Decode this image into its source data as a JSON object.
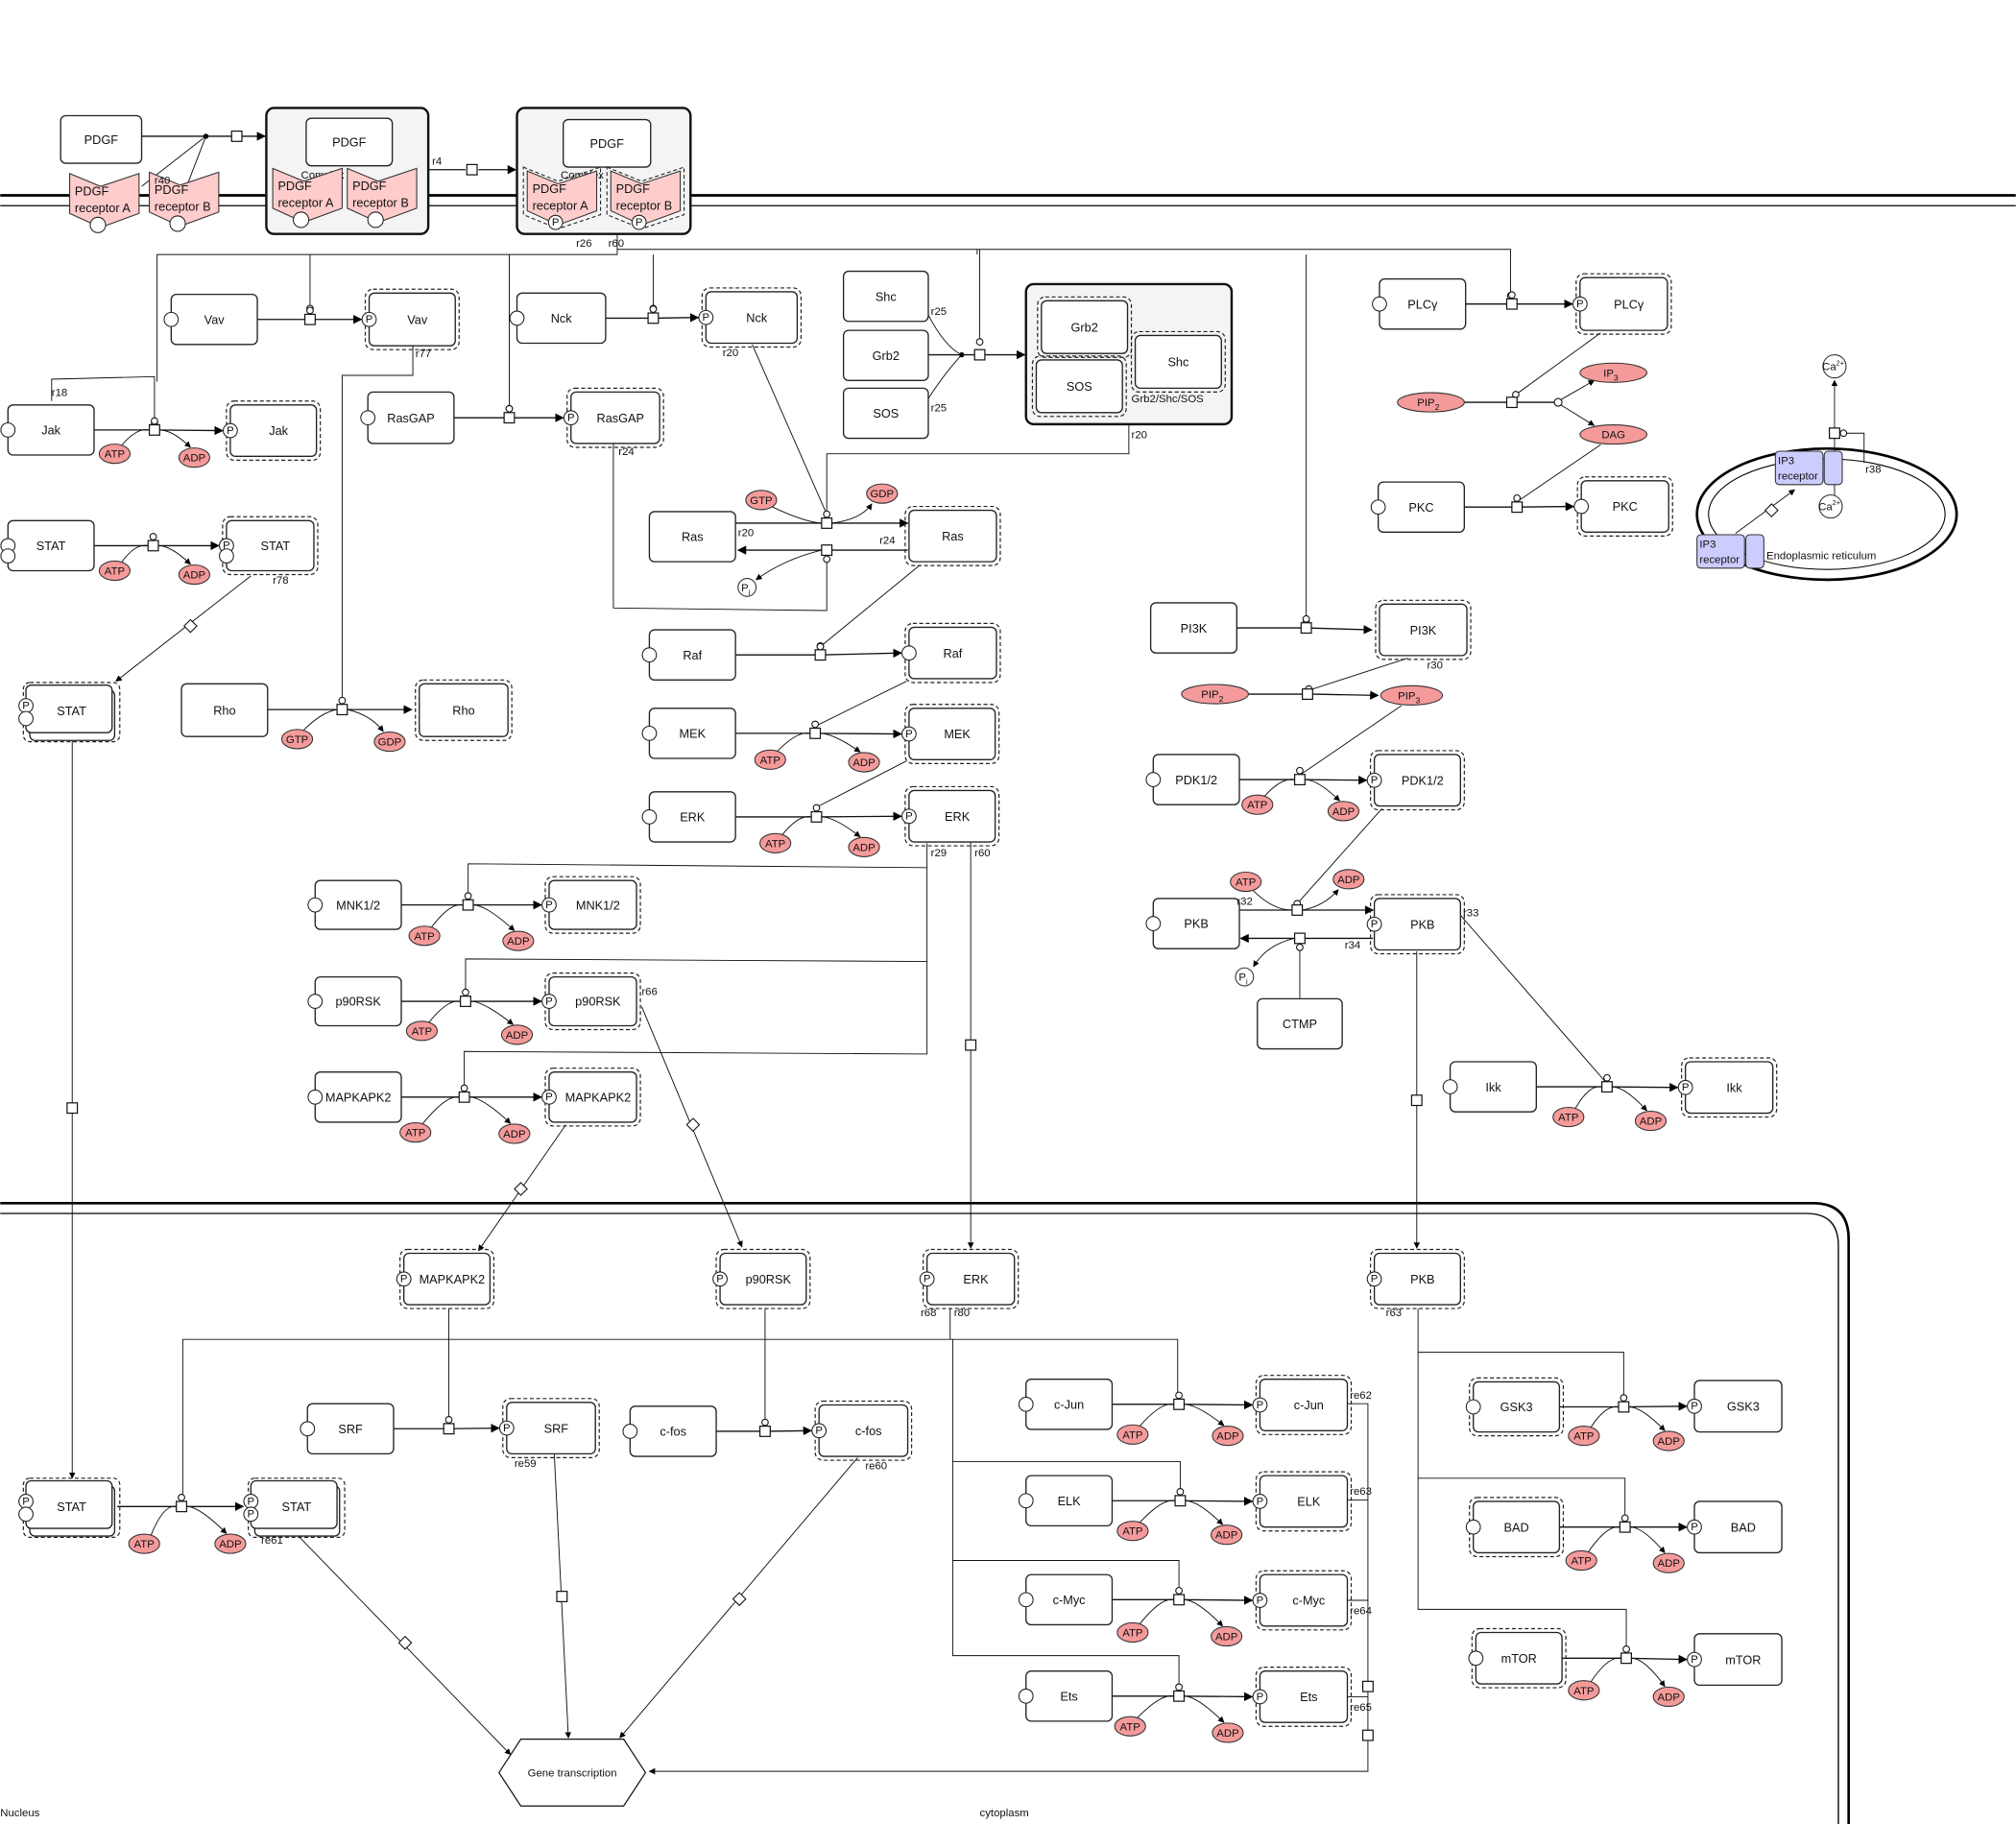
{
  "title": "PDGF signaling pathway",
  "compartments": {
    "nucleus_label": "Nucleus",
    "cytoplasm_label": "cytoplasm",
    "er_label": "Endoplasmic reticulum"
  },
  "colors": {
    "small_molecule": "#f59a9a",
    "receptor": "#ffcccc",
    "ip3_receptor": "#ccccff",
    "complex_fill": "#f4f4f4"
  },
  "symbols": {
    "phospho": "P",
    "pi": "P",
    "pi_sub": "i"
  },
  "nodes": {
    "pdgf_free": {
      "label": "PDGF"
    },
    "pdgfra_free": {
      "label1": "PDGF",
      "label2": "receptor A"
    },
    "pdgfrb_free": {
      "label1": "PDGF",
      "label2": "receptor B"
    },
    "cx1_pdgf": {
      "label": "PDGF"
    },
    "cx1_ra": {
      "label1": "PDGF",
      "label2": "receptor A"
    },
    "cx1_rb": {
      "label1": "PDGF",
      "label2": "receptor B"
    },
    "cx1_title": {
      "label": "Complex"
    },
    "cx2_pdgf": {
      "label": "PDGF"
    },
    "cx2_ra": {
      "label1": "PDGF",
      "label2": "receptor A"
    },
    "cx2_rb": {
      "label1": "PDGF",
      "label2": "receptor B"
    },
    "cx2_title": {
      "label": "Complex"
    },
    "vav": {
      "label": "Vav"
    },
    "vav_p": {
      "label": "Vav"
    },
    "nck": {
      "label": "Nck"
    },
    "nck_p": {
      "label": "Nck"
    },
    "jak": {
      "label": "Jak"
    },
    "jak_p": {
      "label": "Jak"
    },
    "rasgap": {
      "label": "RasGAP"
    },
    "rasgap_p": {
      "label": "RasGAP"
    },
    "stat": {
      "label": "STAT"
    },
    "stat_p": {
      "label": "STAT"
    },
    "stat_dimer": {
      "label": "STAT"
    },
    "rho": {
      "label": "Rho"
    },
    "rho_a": {
      "label": "Rho"
    },
    "shc": {
      "label": "Shc"
    },
    "grb2": {
      "label": "Grb2"
    },
    "sos": {
      "label": "SOS"
    },
    "cx3_grb2": {
      "label": "Grb2"
    },
    "cx3_sos": {
      "label": "SOS"
    },
    "cx3_shc": {
      "label": "Shc"
    },
    "cx3_title": {
      "label": "Grb2/Shc/SOS"
    },
    "ras": {
      "label": "Ras"
    },
    "ras_a": {
      "label": "Ras"
    },
    "raf": {
      "label": "Raf"
    },
    "raf_a": {
      "label": "Raf"
    },
    "mek": {
      "label": "MEK"
    },
    "mek_p": {
      "label": "MEK"
    },
    "erk": {
      "label": "ERK"
    },
    "erk_p": {
      "label": "ERK"
    },
    "mnk": {
      "label": "MNK1/2"
    },
    "mnk_p": {
      "label": "MNK1/2"
    },
    "p90": {
      "label": "p90RSK"
    },
    "p90_p": {
      "label": "p90RSK"
    },
    "mapkapk2": {
      "label": "MAPKAPK2"
    },
    "mapkapk2_p": {
      "label": "MAPKAPK2"
    },
    "plcg": {
      "label": "PLCγ"
    },
    "plcg_p": {
      "label": "PLCγ"
    },
    "pkc": {
      "label": "PKC"
    },
    "pkc_a": {
      "label": "PKC"
    },
    "pi3k": {
      "label": "PI3K"
    },
    "pi3k_a": {
      "label": "PI3K"
    },
    "pdk": {
      "label": "PDK1/2"
    },
    "pdk_p": {
      "label": "PDK1/2"
    },
    "pkb": {
      "label": "PKB"
    },
    "pkb_p": {
      "label": "PKB"
    },
    "ctmp": {
      "label": "CTMP"
    },
    "ikk": {
      "label": "Ikk"
    },
    "ikk_p": {
      "label": "Ikk"
    },
    "n_mapkapk2": {
      "label": "MAPKAPK2"
    },
    "n_p90": {
      "label": "p90RSK"
    },
    "n_erk": {
      "label": "ERK"
    },
    "n_pkb": {
      "label": "PKB"
    },
    "srf": {
      "label": "SRF"
    },
    "srf_p": {
      "label": "SRF"
    },
    "cfos": {
      "label": "c-fos"
    },
    "cfos_p": {
      "label": "c-fos"
    },
    "n_stat": {
      "label": "STAT"
    },
    "n_stat_p": {
      "label": "STAT"
    },
    "cjun": {
      "label": "c-Jun"
    },
    "cjun_p": {
      "label": "c-Jun"
    },
    "elk": {
      "label": "ELK"
    },
    "elk_p": {
      "label": "ELK"
    },
    "cmyc": {
      "label": "c-Myc"
    },
    "cmyc_p": {
      "label": "c-Myc"
    },
    "ets": {
      "label": "Ets"
    },
    "ets_p": {
      "label": "Ets"
    },
    "gsk3": {
      "label": "GSK3"
    },
    "gsk3_p": {
      "label": "GSK3"
    },
    "bad": {
      "label": "BAD"
    },
    "bad_p": {
      "label": "BAD"
    },
    "mtor": {
      "label": "mTOR"
    },
    "mtor_p": {
      "label": "mTOR"
    },
    "ip3r_1": {
      "label1": "IP3",
      "label2": "receptor"
    },
    "ip3r_2": {
      "label1": "IP3",
      "label2": "receptor"
    },
    "gene_transcription": {
      "label": "Gene transcription"
    }
  },
  "molecules": {
    "atp": "ATP",
    "adp": "ADP",
    "gtp": "GTP",
    "gdp": "GDP",
    "pip2": "PIP",
    "pip2_sub": "2",
    "pip3": "PIP",
    "pip3_sub": "3",
    "ip3": "IP",
    "ip3_sub": "3",
    "dag": "DAG",
    "ca": "Ca",
    "ca_sup": "2+"
  },
  "reaction_labels": {
    "r40": "r40",
    "r4": "r4",
    "r26": "r26",
    "r60a": "r60",
    "r77": "r77",
    "r20a": "r20",
    "r18": "r18",
    "r24a": "r24",
    "r25a": "r25",
    "r25b": "r25",
    "r20b": "r20",
    "r20c": "r20",
    "r24b": "r24",
    "r78": "r78",
    "r29": "r29",
    "r60b": "r60",
    "r66": "r66",
    "r30": "r30",
    "r32": "r32",
    "r33": "r33",
    "r34": "r34",
    "r38": "r38",
    "r80": "r80",
    "r68": "r68",
    "r63": "r63",
    "re59": "re59",
    "re60": "re60",
    "re61": "re61",
    "re62": "re62",
    "re63": "re63",
    "re64": "re64",
    "re65": "re65"
  }
}
